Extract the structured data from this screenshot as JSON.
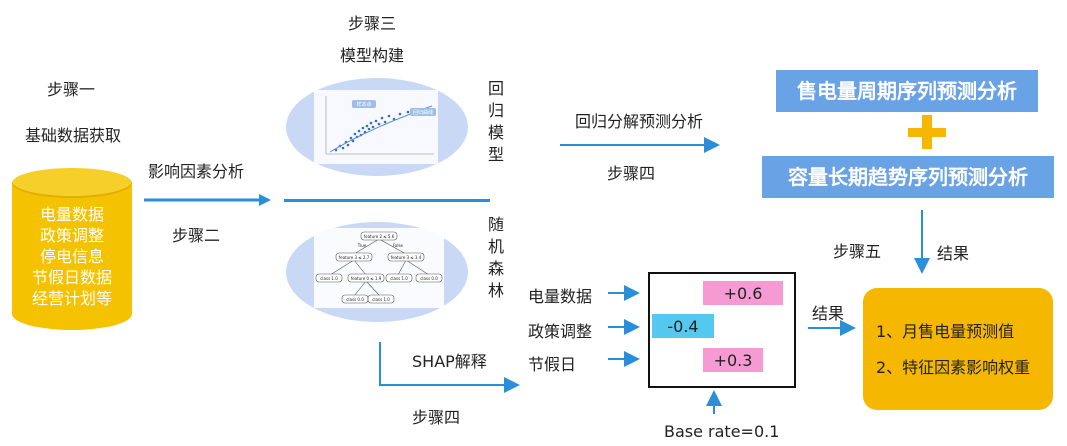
{
  "step1": {
    "title": "步骤一",
    "subtitle": "基础数据获取"
  },
  "database_lines": [
    "电量数据",
    "政策调整",
    "停电信息",
    "节假日数据",
    "经营计划等"
  ],
  "step2": {
    "top_label": "影响因素分析",
    "bottom_label": "步骤二"
  },
  "step3": {
    "title": "步骤三",
    "subtitle": "模型构建"
  },
  "regression_model_label": [
    "回",
    "归",
    "模",
    "型"
  ],
  "random_forest_label": [
    "随",
    "机",
    "森",
    "林"
  ],
  "regression_chart": {
    "legend_points": "样本点",
    "legend_line": "回归曲线"
  },
  "tree_nodes": {
    "root": "feature 2 ≤ 5.6",
    "true_label": "True",
    "false_label": "False",
    "left": "feature 3 ≤ 2.7",
    "right": "feature 3 ≤ 3.4",
    "l1": "class 1.0",
    "l2": "feature 0 ≤ 1.9",
    "r1": "class 1.0",
    "r2": "class 0.0",
    "ll1": "class 0.0",
    "ll2": "class 1.0"
  },
  "step4_top": {
    "label": "回归分解预测分析",
    "step": "步骤四"
  },
  "output_boxes": {
    "top": "售电量周期序列预测分析",
    "bottom": "容量长期趋势序列预测分析"
  },
  "step5": {
    "step": "步骤五",
    "result": "结果"
  },
  "shap": {
    "label": "SHAP解释",
    "step": "步骤四"
  },
  "shap_features": [
    {
      "name": "电量数据",
      "value": "+0.6",
      "color": "#f59ad3"
    },
    {
      "name": "政策调整",
      "value": "-0.4",
      "color": "#55c8f0"
    },
    {
      "name": "节假日",
      "value": "+0.3",
      "color": "#f59ad3"
    }
  ],
  "base_rate": "Base rate=0.1",
  "result_label": "结果",
  "results": [
    "1、月售电量预测值",
    "2、特征因素影响权重"
  ],
  "colors": {
    "arrow": "#2a8fd8",
    "accent": "#f5b700",
    "box_blue": "#6aa2e6"
  }
}
